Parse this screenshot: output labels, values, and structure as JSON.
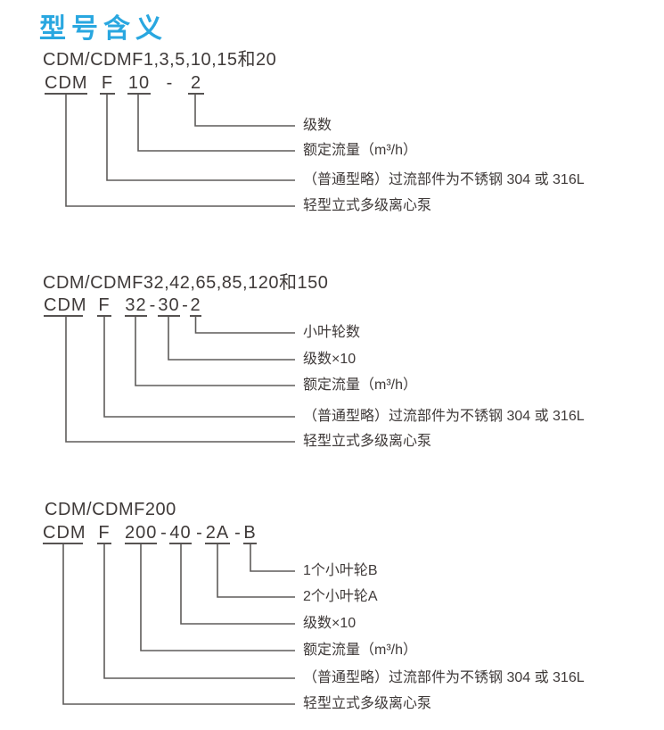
{
  "page": {
    "title": "型号含义"
  },
  "colors": {
    "accent_blue": "#29a7e0",
    "text": "#3f3a39",
    "line": "#5e5b5a"
  },
  "sections": [
    {
      "heading": "CDM/CDMF1,3,5,10,15和20",
      "code_parts": [
        "CDM",
        "F",
        "10",
        "-",
        "2"
      ],
      "labels": [
        "级数",
        "额定流量（m³/h）",
        "（普通型略）过流部件为不锈钢 304 或 316L",
        "轻型立式多级离心泵"
      ]
    },
    {
      "heading": "CDM/CDMF32,42,65,85,120和150",
      "code_parts": [
        "CDM",
        "F",
        "32",
        "-",
        "30",
        "-",
        "2"
      ],
      "labels": [
        "小叶轮数",
        "级数×10",
        "额定流量（m³/h）",
        "（普通型略）过流部件为不锈钢 304 或 316L",
        "轻型立式多级离心泵"
      ]
    },
    {
      "heading": "CDM/CDMF200",
      "code_parts": [
        "CDM",
        "F",
        "200",
        "-",
        "40",
        "-",
        "2A",
        "-",
        "B"
      ],
      "labels": [
        "1个小叶轮B",
        "2个小叶轮A",
        "级数×10",
        "额定流量（m³/h）",
        "（普通型略）过流部件为不锈钢 304 或 316L",
        "轻型立式多级离心泵"
      ]
    }
  ]
}
